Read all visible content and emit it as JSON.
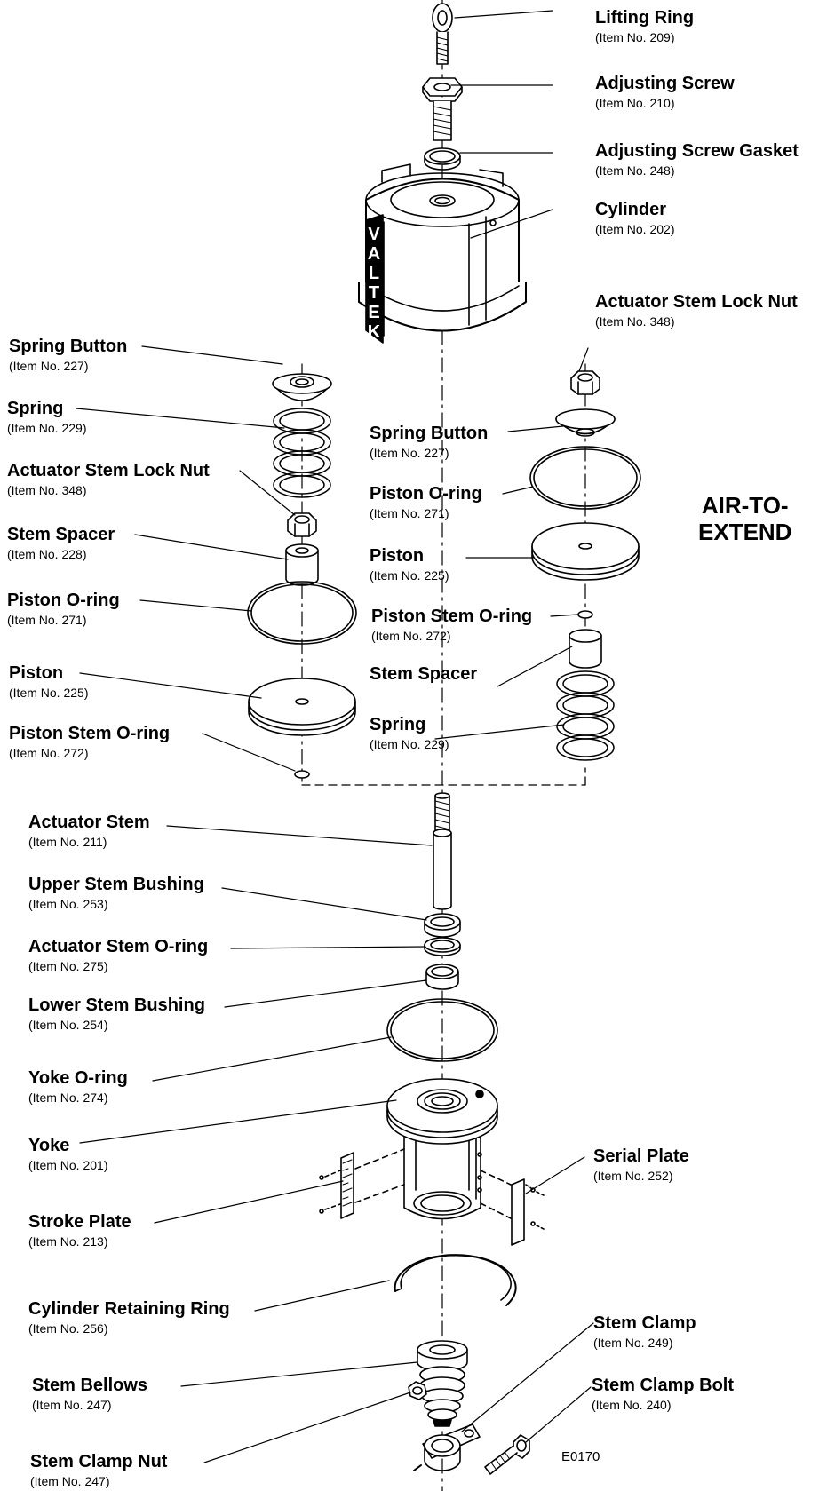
{
  "title_lines": [
    "AIR-TO-",
    "EXTEND"
  ],
  "drawing_code": "E0170",
  "cylinder_logo": "VALTEK",
  "labels": [
    {
      "id": "lifting-ring",
      "name": "Lifting Ring",
      "item": "(Item No. 209)"
    },
    {
      "id": "adjusting-screw",
      "name": "Adjusting Screw",
      "item": "(Item No. 210)"
    },
    {
      "id": "adjusting-screw-gasket",
      "name": "Adjusting Screw Gasket",
      "item": "(Item  No. 248)"
    },
    {
      "id": "cylinder",
      "name": "Cylinder",
      "item": "(Item No. 202)"
    },
    {
      "id": "actuator-stem-lock-nut-right",
      "name": "Actuator Stem Lock Nut",
      "item": "(Item No. 348)"
    },
    {
      "id": "spring-button-left",
      "name": "Spring Button",
      "item": "(Item No. 227)"
    },
    {
      "id": "spring-left",
      "name": "Spring",
      "item": "(Item No. 229)"
    },
    {
      "id": "actuator-stem-lock-nut-left",
      "name": "Actuator Stem Lock Nut",
      "item": "(Item No. 348)"
    },
    {
      "id": "stem-spacer-left",
      "name": "Stem Spacer",
      "item": "(Item No. 228)"
    },
    {
      "id": "piston-o-ring-left",
      "name": "Piston O-ring",
      "item": "(Item No. 271)"
    },
    {
      "id": "piston-left",
      "name": "Piston",
      "item": "(Item No. 225)"
    },
    {
      "id": "piston-stem-o-ring-left",
      "name": "Piston Stem O-ring",
      "item": "(Item No. 272)"
    },
    {
      "id": "spring-button-right",
      "name": "Spring Button",
      "item": "(Item No. 227)"
    },
    {
      "id": "piston-o-ring-right",
      "name": "Piston O-ring",
      "item": "(Item No. 271)"
    },
    {
      "id": "piston-right",
      "name": "Piston",
      "item": "(Item No. 225)"
    },
    {
      "id": "piston-stem-o-ring-right",
      "name": "Piston Stem O-ring",
      "item": "(Item No. 272)"
    },
    {
      "id": "stem-spacer-right",
      "name": "Stem Spacer",
      "item": ""
    },
    {
      "id": "spring-right",
      "name": "Spring",
      "item": "(Item No. 229)"
    },
    {
      "id": "actuator-stem",
      "name": "Actuator Stem",
      "item": "(Item No. 211)"
    },
    {
      "id": "upper-stem-bushing",
      "name": "Upper Stem Bushing",
      "item": "(Item No. 253)"
    },
    {
      "id": "actuator-stem-o-ring",
      "name": "Actuator Stem O-ring",
      "item": "(Item No. 275)"
    },
    {
      "id": "lower-stem-bushing",
      "name": "Lower Stem Bushing",
      "item": "(Item No. 254)"
    },
    {
      "id": "yoke-o-ring",
      "name": "Yoke O-ring",
      "item": "(Item No. 274)"
    },
    {
      "id": "yoke",
      "name": "Yoke",
      "item": "(Item No. 201)"
    },
    {
      "id": "serial-plate",
      "name": "Serial Plate",
      "item": "(Item No. 252)"
    },
    {
      "id": "stroke-plate",
      "name": "Stroke Plate",
      "item": "(Item No. 213)"
    },
    {
      "id": "cylinder-retaining-ring",
      "name": "Cylinder Retaining Ring",
      "item": "(Item No. 256)"
    },
    {
      "id": "stem-clamp",
      "name": "Stem Clamp",
      "item": "(Item No. 249)"
    },
    {
      "id": "stem-clamp-bolt",
      "name": "Stem Clamp Bolt",
      "item": "(Item No. 240)"
    },
    {
      "id": "stem-bellows",
      "name": "Stem Bellows",
      "item": "(Item No. 247)"
    },
    {
      "id": "stem-clamp-nut",
      "name": "Stem Clamp Nut",
      "item": "(Item No. 247)"
    }
  ]
}
